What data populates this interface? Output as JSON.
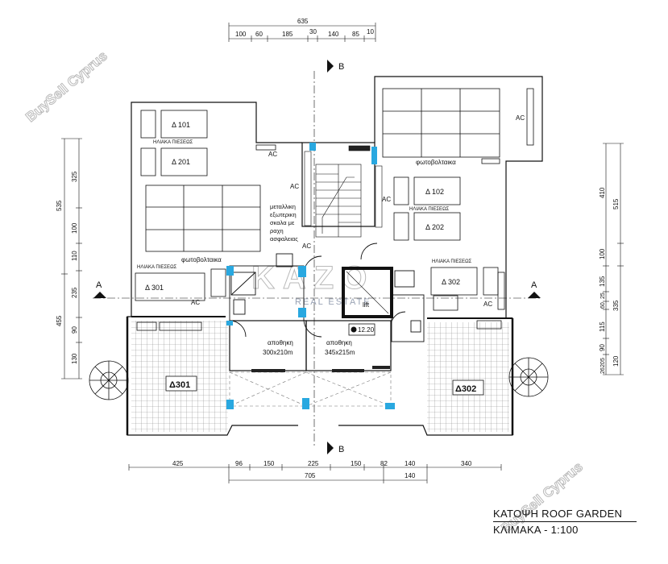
{
  "watermarks": {
    "left": "BuySell Cyprus",
    "right": "BuySell Cyprus",
    "center_1": "KAZO",
    "center_2": "REAL ESTATE"
  },
  "dims_top": {
    "total": "635",
    "segments": [
      "100",
      "60",
      "185",
      "30",
      "140",
      "85",
      "10"
    ]
  },
  "dims_bottom": {
    "row1": [
      "425",
      "96",
      "150",
      "225",
      "150",
      "82",
      "140",
      "340"
    ],
    "row2_total": "705",
    "row2_right": "140"
  },
  "dims_left": {
    "outer": [
      "535",
      "455"
    ],
    "inner": [
      "325",
      "100",
      "110",
      "235",
      "90",
      "130"
    ]
  },
  "dims_right": {
    "outer": [
      "515",
      "335"
    ],
    "inner": [
      "410",
      "100",
      "135",
      "25",
      "60",
      "115",
      "90",
      "120"
    ],
    "small": [
      "5",
      "20",
      "26"
    ]
  },
  "section_marks": {
    "a_left": "A",
    "a_right": "A",
    "b_top": "B",
    "b_bottom": "B"
  },
  "rooms": {
    "d101": "Δ 101",
    "d201": "Δ 201",
    "d301": "Δ 301",
    "d102": "Δ 102",
    "d202": "Δ 202",
    "d302": "Δ 302",
    "terrace_left": "Δ301",
    "terrace_right": "Δ302",
    "storage_left_name": "αποθηκη",
    "storage_left_size": "300x210m",
    "storage_right_name": "αποθηκη",
    "storage_right_size": "345x215m",
    "lift": "lift",
    "level": "12.20"
  },
  "labels": {
    "solar_left": "ΗΛΙΑΚΑ ΠΙΕΣΕΩΣ",
    "solar_right": "ΗΛΙΑΚΑ ΠΙΕΣΕΩΣ",
    "solar_left2": "ΗΛΙΑΚΑ ΠΙΕΣΕΩΣ",
    "solar_right2": "ΗΛΙΑΚΑ ΠΙΕΣΕΩΣ",
    "pv_left": "φωτοβολταικα",
    "pv_right": "φωτοβολταικα",
    "ac": "AC",
    "stair_note": [
      "μεταλλικη",
      "εξωτερικη",
      "σκαλα με",
      "ραχη",
      "ασφαλειας"
    ]
  },
  "title_block": {
    "line1": "ΚΑΤΟΨΗ ROOF GARDEN",
    "line2": "ΚΛΙΜΑΚΑ - 1:100"
  },
  "colors": {
    "line": "#111111",
    "column": "#29a8e0",
    "hatch": "#9a9a9a",
    "watermark": "#b9b9b9"
  }
}
